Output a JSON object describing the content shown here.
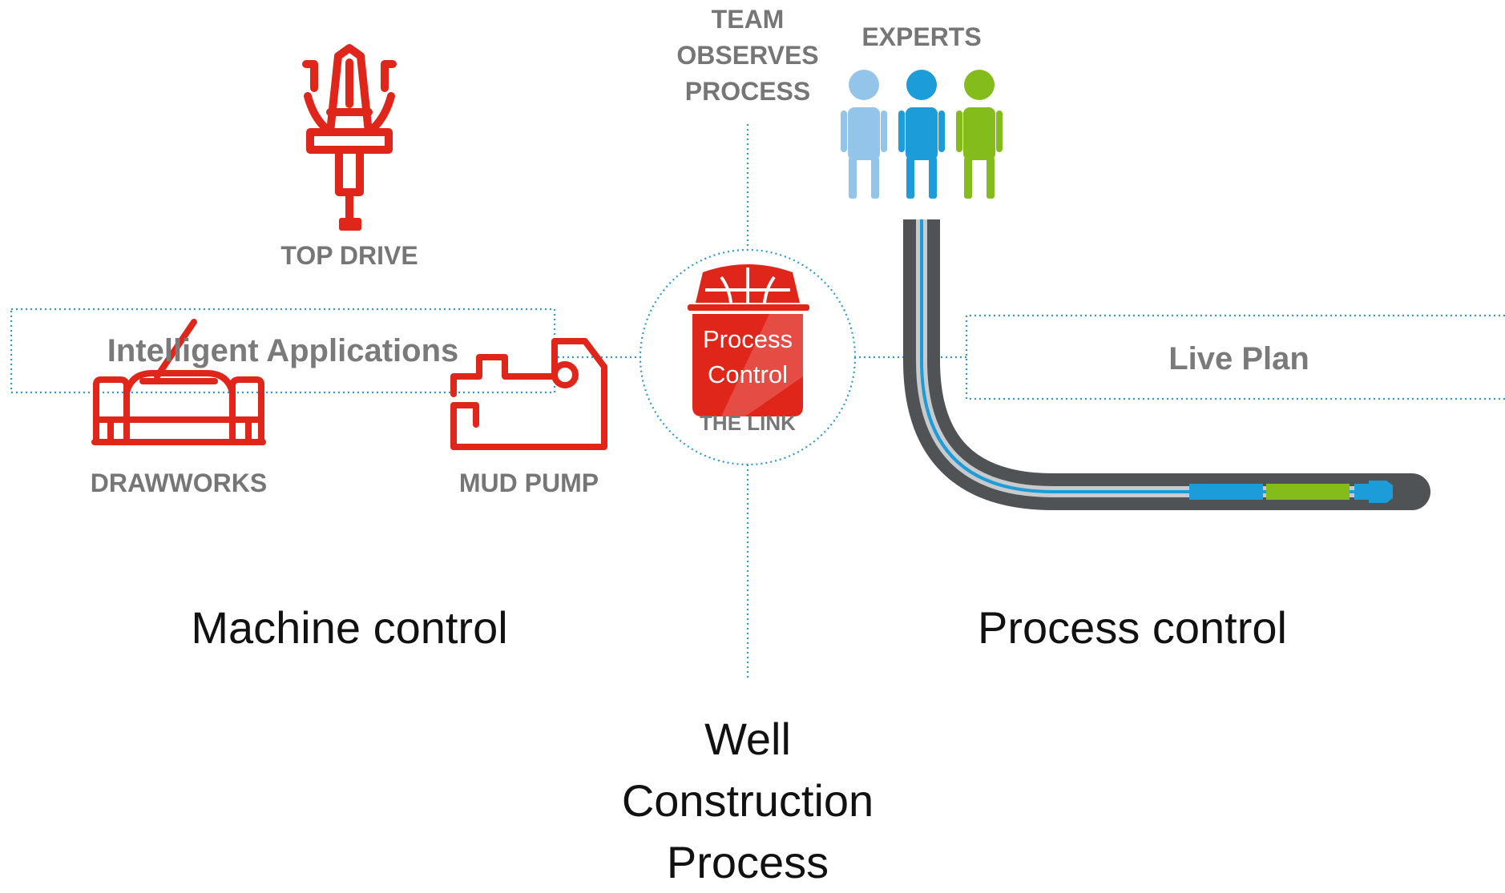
{
  "colors": {
    "red": "#E0261B",
    "grey_text": "#767676",
    "dotted_blue": "#2C9ACD",
    "pipe_dark": "#505356",
    "pipe_light": "#C9CACC",
    "pipe_blue": "#1C9CD8",
    "person_light_blue": "#93C5EA",
    "person_blue": "#1C9CD8",
    "person_green": "#84BD1B",
    "tool_green": "#84BD1B"
  },
  "labels": {
    "team_observes": [
      "TEAM",
      "OBSERVES",
      "PROCESS"
    ],
    "experts": "EXPERTS",
    "top_drive": "TOP DRIVE",
    "intelligent_applications": "Intelligent Applications",
    "drawworks": "DRAWWORKS",
    "mud_pump": "MUD PUMP",
    "process_control_box": [
      "Process",
      "Control"
    ],
    "the_link": "THE LINK",
    "live_plan": "Live Plan",
    "machine_control": "Machine control",
    "process_control": "Process control",
    "well_construction": [
      "Well",
      "Construction",
      "Process"
    ]
  },
  "icons": {
    "top_drive": "top-drive-icon",
    "drawworks": "drawworks-icon",
    "mud_pump": "mud-pump-icon",
    "process_control": "process-control-pot-icon",
    "experts": [
      "person-light-blue-icon",
      "person-blue-icon",
      "person-green-icon"
    ],
    "wellbore": "wellbore-pipe-icon"
  }
}
